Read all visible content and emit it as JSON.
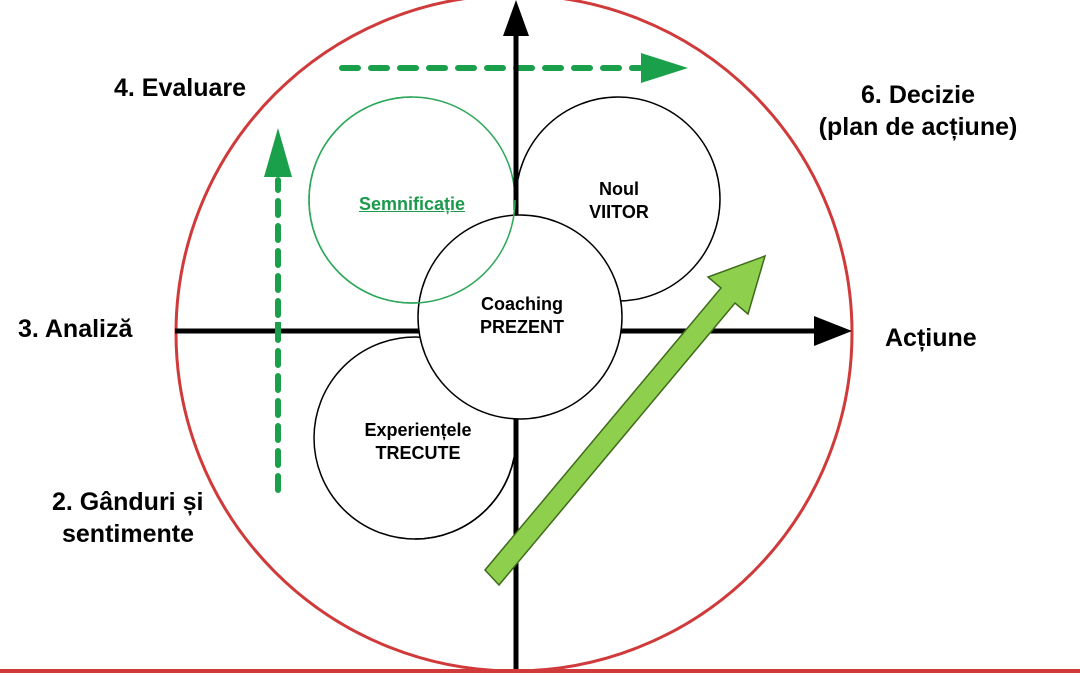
{
  "labels": {
    "evaluare": "4. Evaluare",
    "decizie_line1": "6. Decizie",
    "decizie_line2": "(plan de acțiune)",
    "analiza": "3. Analiză",
    "actiune": "Acțiune",
    "ganduri_line1": "2. Gânduri și",
    "ganduri_line2": "sentimente"
  },
  "circles": {
    "semnificatie": "Semnificație",
    "viitor_line1": "Noul",
    "viitor_line2": "VIITOR",
    "prezent_line1": "Coaching",
    "prezent_line2": "PREZENT",
    "trecute_line1": "Experiențele",
    "trecute_line2": "TRECUTE"
  },
  "colors": {
    "outer_circle": "#d03a3a",
    "axis": "#000000",
    "dashed_arrow": "#1aa04a",
    "green_circle": "#2ea85a",
    "big_arrow_fill": "#8ecf4d",
    "big_arrow_stroke": "#3f6a1a"
  }
}
